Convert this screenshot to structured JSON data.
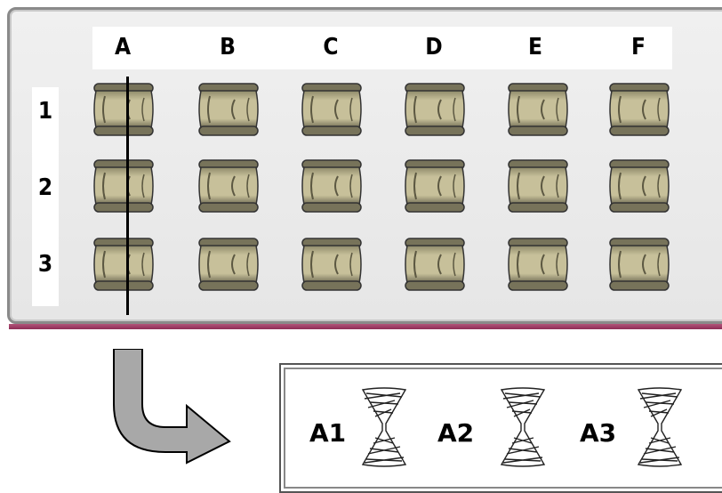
{
  "plate": {
    "columns": [
      "A",
      "B",
      "C",
      "D",
      "E",
      "F"
    ],
    "rows": [
      "1",
      "2",
      "3"
    ]
  },
  "results": [
    {
      "label": "A1"
    },
    {
      "label": "A2"
    },
    {
      "label": "A3"
    }
  ],
  "colors": {
    "rim": "#9b3a64",
    "well_fill": "#c7c09a",
    "arrow_fill": "#a8a8a8"
  },
  "icons": {
    "well": "well-icon",
    "arrow": "curved-arrow-icon",
    "section": "tissue-section-icon"
  }
}
